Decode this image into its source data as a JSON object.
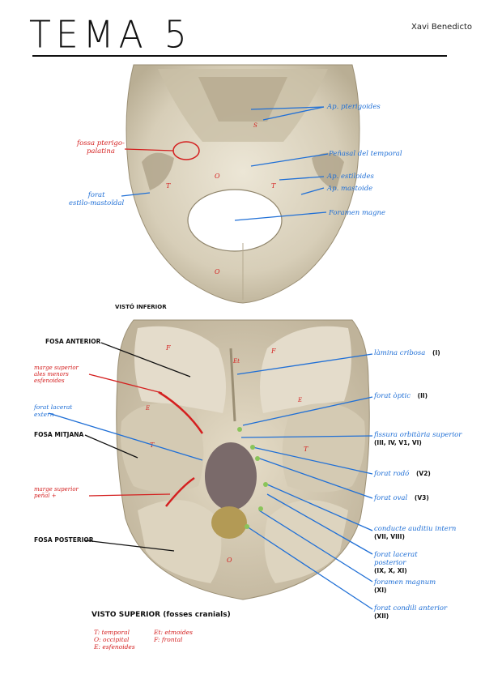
{
  "header": {
    "title": "TEMA 5",
    "author": "Xavi Benedicto"
  },
  "inferior_view": {
    "caption": "VISTÓ INFERIOR",
    "labels": {
      "pterygoid": "Ap. pterigoides",
      "fossa_pterygo": "fossa pterigo-\npalatina",
      "petrous": "Peñasal del temporal",
      "styloid": "Ap. estiloides",
      "mastoid": "Ap. mastoide",
      "stylomastoid": "forat\nestilo-mastoïdal",
      "foramen_magne": "Foramen magne"
    },
    "bone_marks": [
      "O",
      "T",
      "T",
      "O",
      "S"
    ]
  },
  "superior_view": {
    "caption": "VISTO SUPERIOR (fosses cranials)",
    "labels": {
      "fosa_anterior": "FOSA ANTERIOR",
      "marge_supero": "marge superior\nales menors\nesfenoides",
      "forat_lacerat_ext": "forat lacerat\nextern",
      "fosa_mitjana": "FOSA MITJANA",
      "marge_peñal": "marge superior\npeñal +",
      "fosa_posterior": "FOSA POSTERIOR",
      "lamina_cribosa": "làmina cribosa",
      "lamina_cribosa_num": "(I)",
      "forat_optic": "forat òptic",
      "forat_optic_num": "(II)",
      "fissura": "fissura orbitària superior",
      "fissura_num": "(III, IV, V1, VI)",
      "forat_rodo": "forat rodó",
      "forat_rodo_num": "(V2)",
      "forat_oval": "forat oval",
      "forat_oval_num": "(V3)",
      "conducte_auditiu": "conducte auditiu intern",
      "conducte_auditiu_num": "(VII, VIII)",
      "forat_lacerat_post": "forat lacerat\nposterior",
      "forat_lacerat_post_num": "(IX, X, XI)",
      "foramen_magnum": "foramen magnum",
      "foramen_magnum_num": "(XI)",
      "forat_condili": "forat condili anterior",
      "forat_condili_num": "(XII)"
    },
    "bone_marks": [
      "F",
      "F",
      "Et",
      "E",
      "E",
      "T",
      "T",
      "O"
    ]
  },
  "legend": {
    "col1": [
      "T: temporal",
      "O: occipital",
      "E: esfenoides"
    ],
    "col2": [
      "Et: etmoides",
      "F: frontal"
    ]
  },
  "colors": {
    "blue": "#1f6fd6",
    "red": "#d41f1f",
    "bone": "#d8d0bc"
  }
}
